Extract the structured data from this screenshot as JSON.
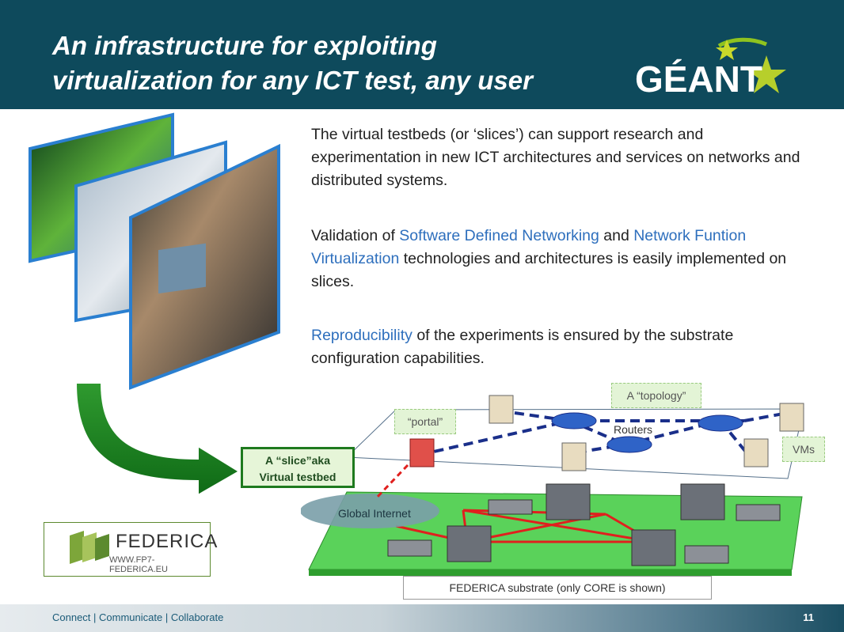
{
  "header": {
    "title_line1": "An infrastructure for exploiting",
    "title_line2": "virtualization for any ICT test, any user",
    "logo_text": "GÉANT"
  },
  "body": {
    "para1": "The virtual testbeds (or ‘slices’) can support research and experimentation in new ICT architectures and services on networks and distributed systems.",
    "para2_a": "Validation of ",
    "para2_b": "Software Defined Networking",
    "para2_c": " and ",
    "para2_d": "Network Funtion Virtualization",
    "para2_e": " technologies  and architectures is easily implemented on slices.",
    "para3_a": "Reproducibility",
    "para3_b": " of the experiments is ensured by the substrate configuration capabilities."
  },
  "diagram": {
    "topology_label": "A “topology”",
    "portal_label": "“portal”",
    "routers_label": "Routers",
    "vms_label": "VMs",
    "slice_line1": "A “slice”aka",
    "slice_line2": "Virtual testbed",
    "internet_label": "Global Internet",
    "substrate_label": "FEDERICA substrate (only CORE is shown)"
  },
  "federica": {
    "logo_text": "FEDERICA",
    "url": "WWW.FP7-FEDERICA.EU"
  },
  "footer": {
    "tagline": "Connect | Communicate | Collaborate",
    "page_number": "11"
  },
  "colors": {
    "header_bg": "#0e4a5c",
    "accent_blue": "#2e6fbd",
    "green": "#1e7a1e",
    "link_red": "#e0201e",
    "dashed_blue": "#1a2f8a"
  }
}
